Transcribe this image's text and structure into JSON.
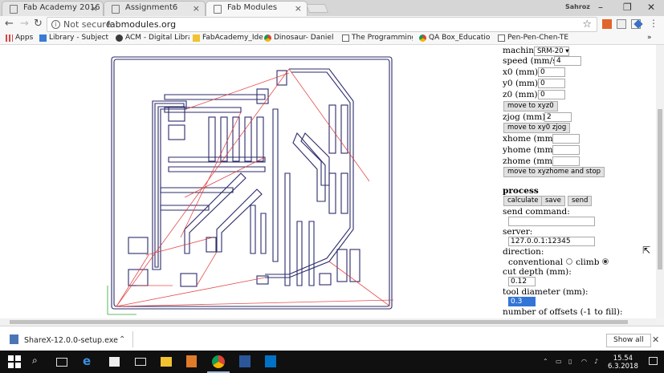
{
  "tabs": [
    {
      "title": "Fab Academy 2016",
      "active": false
    },
    {
      "title": "Assignment6",
      "active": false
    },
    {
      "title": "Fab Modules",
      "active": true
    }
  ],
  "profile_name": "Sahroz",
  "toolbar": {
    "security_label": "Not secure",
    "url": "fabmodules.org"
  },
  "bookmarks": [
    {
      "label": "Apps",
      "icon": "apps-grid-icon"
    },
    {
      "label": "Library - Subject guid",
      "icon": "library-icon"
    },
    {
      "label": "ACM - Digital Library",
      "icon": "acm-icon"
    },
    {
      "label": "FabAcademy_Ideas",
      "icon": "folder-icon"
    },
    {
      "label": "Dinosaur- Daniel Am",
      "icon": "chrome-icon"
    },
    {
      "label": "The Programming Pu",
      "icon": "page-icon"
    },
    {
      "label": "QA Box_Educational C",
      "icon": "chrome-icon"
    },
    {
      "label": "Pen-Pen-Chen-TED-E",
      "icon": "page-icon"
    }
  ],
  "panel": {
    "machine_label": "machine",
    "machine_value": "SRM-20",
    "speed_label": "speed (mm/s):",
    "speed_value": "4",
    "x0_label": "x0 (mm):",
    "x0_value": "0",
    "y0_label": "y0 (mm):",
    "y0_value": "0",
    "z0_label": "z0 (mm):",
    "z0_value": "0",
    "move_xyz0": "move to xyz0",
    "zjog_label": "zjog (mm):",
    "zjog_value": "2",
    "move_xy0_zjog": "move to xy0 zjog",
    "xhome_label": "xhome (mm):",
    "yhome_label": "yhome (mm):",
    "zhome_label": "zhome (mm):",
    "move_home": "move to xyzhome and stop",
    "process_heading": "process",
    "calculate": "calculate",
    "save": "save",
    "send": "send",
    "send_command_label": "send command:",
    "server_label": "server:",
    "server_value": "127.0.0.1:12345",
    "direction_label": "direction:",
    "conventional": "conventional",
    "climb": "climb",
    "direction_selected": "climb",
    "cut_depth_label": "cut depth (mm):",
    "cut_depth_value": "0.12",
    "tool_diameter_label": "tool diameter (mm):",
    "tool_diameter_value": "0.3",
    "offsets_label": "number of offsets (-1 to fill):"
  },
  "downloads": {
    "file": "ShareX-12.0.0-setup.exe",
    "show_all": "Show all"
  },
  "clock": {
    "time": "15.54",
    "date": "6.3.2018"
  },
  "colors": {
    "toolpath": "#2b2b6b",
    "travel": "#e03030",
    "taskbar": "#101010"
  }
}
